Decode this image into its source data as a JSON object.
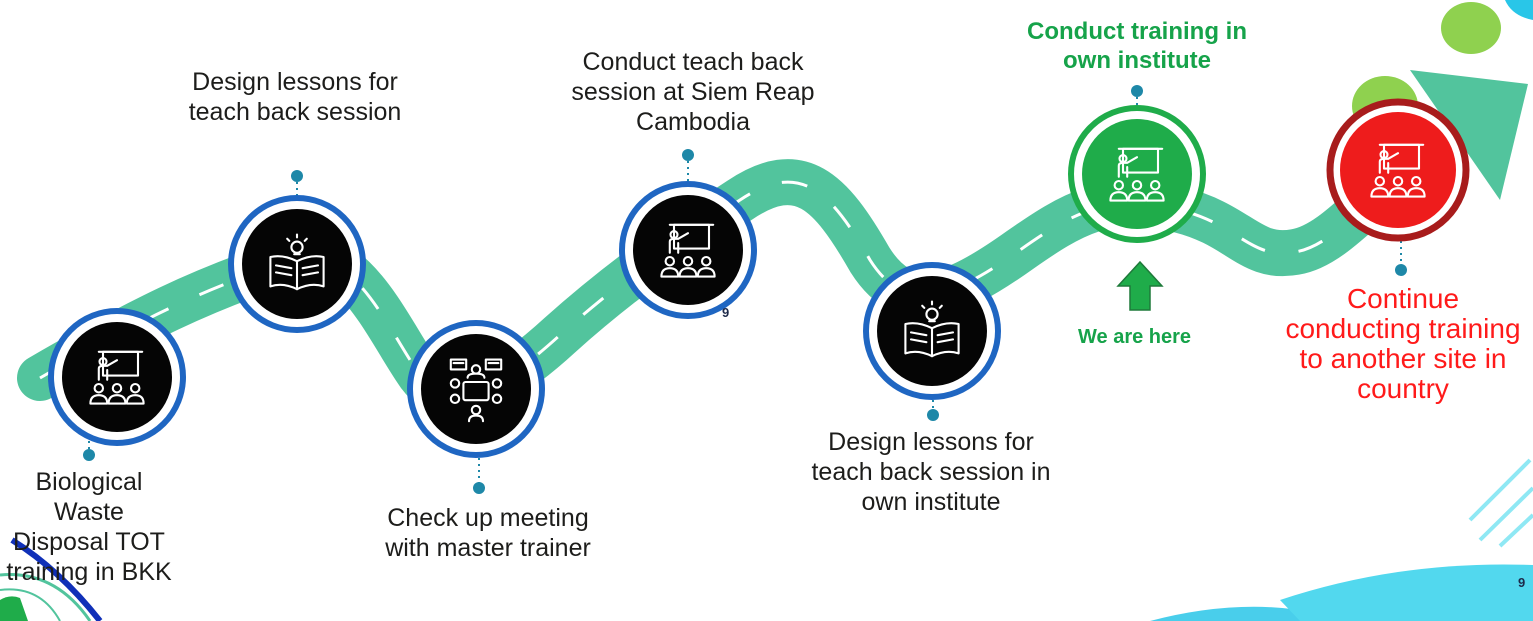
{
  "colors": {
    "road": "#52c49d",
    "dash": "#ffffff",
    "ring_blue": "#1f66c2",
    "node_black": "#050505",
    "connector": "#1e88a8",
    "current_green": "#1fac4a",
    "future_red": "#ee1c1c",
    "future_red_ring": "#a81c1c",
    "accent_green": "#8fd14f",
    "accent_cyan": "#29c6e8",
    "accent_navy": "#1030b8"
  },
  "steps": [
    {
      "label": "Biological Waste Disposal TOT training in BKK",
      "icon": "presenter-audience-icon",
      "state": "done"
    },
    {
      "label": "Design lessons for teach back session",
      "icon": "open-book-lightbulb-icon",
      "state": "done"
    },
    {
      "label": "Check up meeting with master trainer",
      "icon": "meeting-table-icon",
      "state": "done"
    },
    {
      "label": "Conduct teach back session at Siem Reap Cambodia",
      "icon": "presenter-audience-icon",
      "state": "done"
    },
    {
      "label": "Design lessons for teach back session in own institute",
      "icon": "open-book-lightbulb-icon",
      "state": "done"
    },
    {
      "label": "Conduct training in own institute",
      "icon": "presenter-audience-icon",
      "state": "current"
    },
    {
      "label": "Continue conducting training to another site in country",
      "icon": "presenter-audience-icon",
      "state": "future"
    }
  ],
  "marker": {
    "label": "We are here",
    "icon": "up-arrow-icon"
  },
  "page_number": "9",
  "inline_page_number": "9"
}
